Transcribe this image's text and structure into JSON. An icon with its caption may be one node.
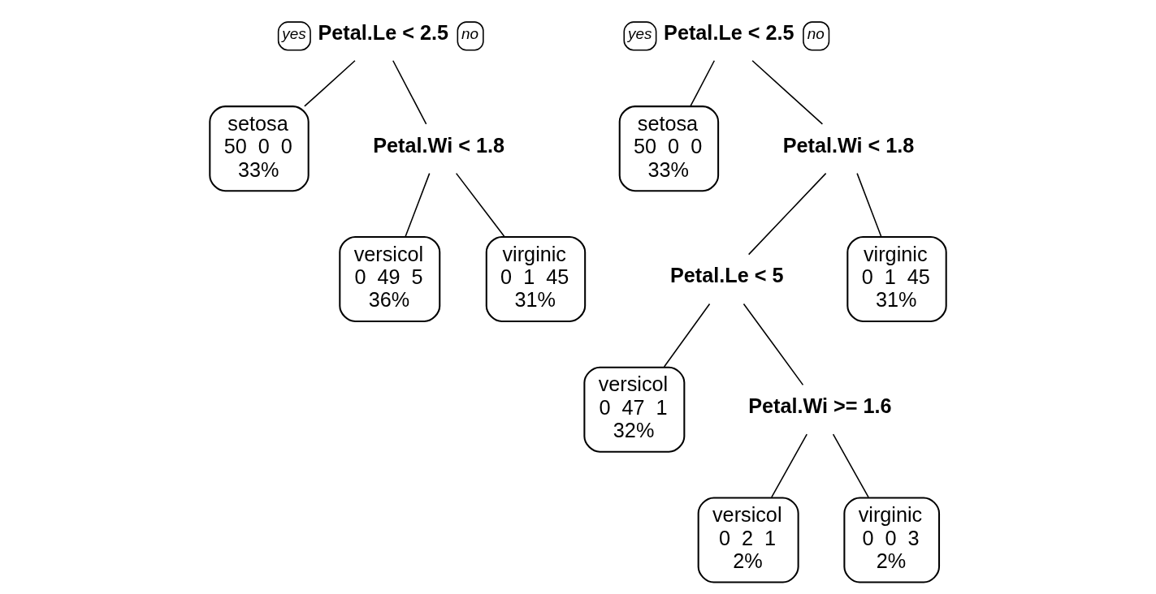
{
  "diagram": {
    "nodes": [
      {
        "text": [
          "yes",
          "Petal.Le < 2.5",
          "no"
        ]
      },
      {
        "text": [
          "setosa",
          "50  0  0",
          "33%"
        ]
      },
      {
        "text": [
          "Petal.Wi < 1.8"
        ]
      },
      {
        "text": [
          "versicol",
          "0  49  5",
          "36%"
        ]
      },
      {
        "text": [
          "virginic",
          "0  1  45",
          "31%"
        ]
      },
      {
        "text": [
          "yes",
          "Petal.Le < 2.5",
          "no"
        ]
      },
      {
        "text": [
          "setosa",
          "50  0  0",
          "33%"
        ]
      },
      {
        "text": [
          "Petal.Wi < 1.8"
        ]
      },
      {
        "text": [
          "Petal.Le < 5"
        ]
      },
      {
        "text": [
          "virginic",
          "0  1  45",
          "31%"
        ]
      },
      {
        "text": [
          "versicol",
          "0  47  1",
          "32%"
        ]
      },
      {
        "text": [
          "Petal.Wi >= 1.6"
        ]
      },
      {
        "text": [
          "versicol",
          "0  2  1",
          "2%"
        ]
      },
      {
        "text": [
          "virginic",
          "0  0  3",
          "2%"
        ]
      }
    ],
    "edges": [
      {
        "from": 0,
        "to": 1,
        "arrow": "none"
      },
      {
        "from": 0,
        "to": 2,
        "arrow": "none"
      },
      {
        "from": 2,
        "to": 3,
        "arrow": "none"
      },
      {
        "from": 2,
        "to": 4,
        "arrow": "none"
      },
      {
        "from": 5,
        "to": 6,
        "arrow": "none"
      },
      {
        "from": 5,
        "to": 7,
        "arrow": "none"
      },
      {
        "from": 7,
        "to": 8,
        "arrow": "none"
      },
      {
        "from": 7,
        "to": 9,
        "arrow": "none"
      },
      {
        "from": 8,
        "to": 10,
        "arrow": "none"
      },
      {
        "from": 8,
        "to": 11,
        "arrow": "none"
      },
      {
        "from": 11,
        "to": 12,
        "arrow": "none"
      },
      {
        "from": 11,
        "to": 13,
        "arrow": "none"
      }
    ]
  }
}
